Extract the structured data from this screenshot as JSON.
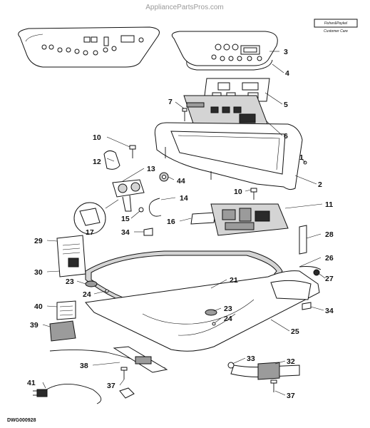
{
  "header": {
    "watermark": "AppliancePartsPros.com"
  },
  "brand_badge": {
    "line1": "Fisher&Paykel",
    "line2": "Customer Care"
  },
  "footer": {
    "drawing_id": "DWG000928"
  },
  "callouts": {
    "c1": "1",
    "c2": "2",
    "c3": "3",
    "c4": "4",
    "c5": "5",
    "c6": "6",
    "c7": "7",
    "c10a": "10",
    "c10b": "10",
    "c11": "11",
    "c12": "12",
    "c13": "13",
    "c14": "14",
    "c15": "15",
    "c16": "16",
    "c17": "17",
    "c21": "21",
    "c23a": "23",
    "c23b": "23",
    "c24a": "24",
    "c24b": "24",
    "c25": "25",
    "c26": "26",
    "c27": "27",
    "c28": "28",
    "c29": "29",
    "c30": "30",
    "c32": "32",
    "c33": "33",
    "c34a": "34",
    "c34b": "34",
    "c37a": "37",
    "c37b": "37",
    "c38": "38",
    "c39": "39",
    "c40": "40",
    "c41": "41",
    "c44": "44"
  }
}
